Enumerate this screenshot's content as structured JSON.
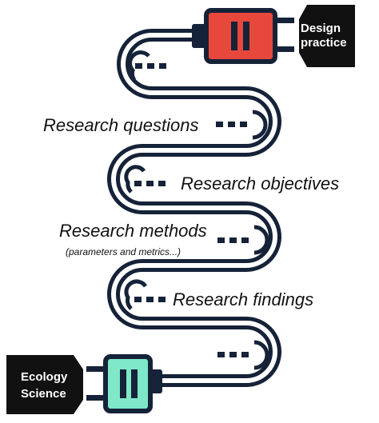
{
  "top_end": {
    "label_line1": "Design",
    "label_line2": "practice",
    "plug_color": "#e8483c"
  },
  "stages": {
    "questions": "Research questions",
    "objectives": "Research objectives",
    "methods": "Research methods",
    "methods_sub": "(parameters and metrics...)",
    "findings": "Research findings"
  },
  "bottom_end": {
    "label_line1": "Ecology",
    "label_line2": "Science",
    "plug_color": "#7ee8c8"
  },
  "colors": {
    "cable": "#152238",
    "cable_inner": "#ffffff",
    "socket": "#111111",
    "text": "#111111"
  }
}
